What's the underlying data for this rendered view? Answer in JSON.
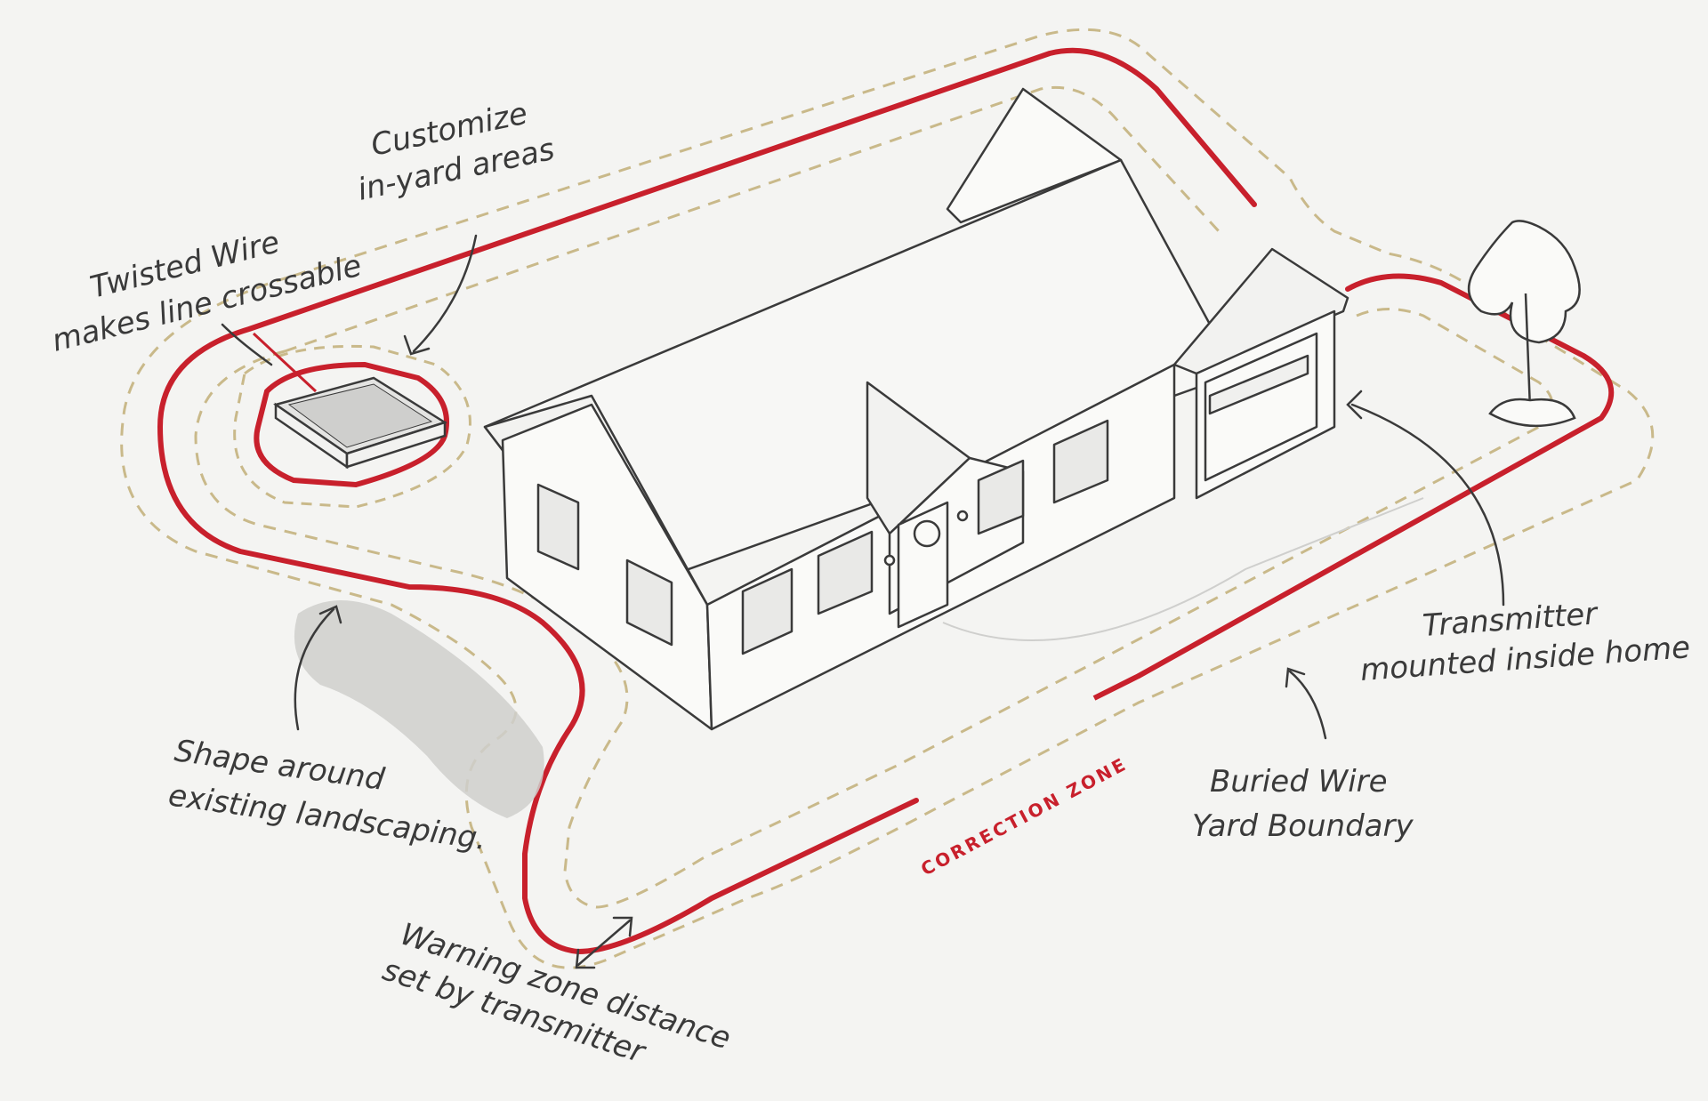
{
  "labels": {
    "customize_line1": "Customize",
    "customize_line2": "in-yard areas",
    "twisted_line1": "Twisted Wire",
    "twisted_line2": "makes line crossable",
    "shape_line1": "Shape around",
    "shape_line2": "existing landscaping.",
    "warning_line1": "Warning zone distance",
    "warning_line2": "set by transmitter",
    "buried_line1": "Buried Wire",
    "buried_line2": "Yard Boundary",
    "transmitter_line1": "Transmitter",
    "transmitter_line2": "mounted inside home",
    "correction_zone": "CORRECTION ZONE"
  },
  "colors": {
    "boundary_wire": "#c8202c",
    "warning_dash": "#c9b98a",
    "sketch_line": "#3a3a3a",
    "background": "#f4f4f2"
  }
}
